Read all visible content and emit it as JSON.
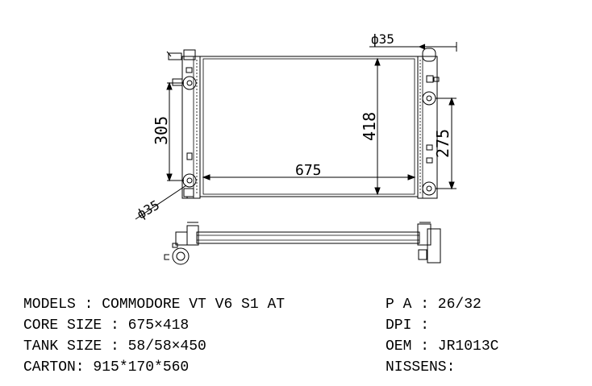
{
  "dimensions": {
    "core_width": "675",
    "core_height": "418",
    "left_span": "305",
    "right_span": "275",
    "pipe_top": "ф35",
    "pipe_bottom": "ф35"
  },
  "specs": {
    "models": "MODELS : COMMODORE VT V6 S1 AT",
    "core_size": "CORE SIZE : 675×418",
    "tank_size": "TANK SIZE : 58/58×450",
    "carton": "CARTON: 915*170*560",
    "pa": "P A : 26/32",
    "dpi": "DPI :",
    "oem": "OEM : JR1013C",
    "nissens": "NISSENS:"
  }
}
